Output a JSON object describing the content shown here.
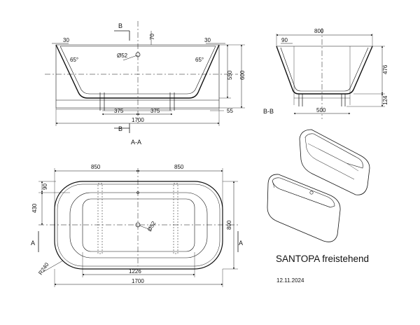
{
  "product_title": "SANTOPA freistehend",
  "date": "12.11.2024",
  "section_aa": {
    "label": "A-A",
    "cut_marker": "B",
    "dims": {
      "left_offset": "30",
      "right_offset": "30",
      "depth_rim": "70",
      "drain_dia": "Ø52",
      "left_angle": "65°",
      "right_angle": "65°",
      "inner_height": "550",
      "total_height": "600",
      "foot_left": "375",
      "foot_right": "375",
      "base_height": "55",
      "total_length": "1700"
    }
  },
  "section_bb": {
    "label": "B-B",
    "dims": {
      "width": "800",
      "left_offset": "90",
      "height": "476",
      "base_height": "124",
      "base_width": "500"
    }
  },
  "plan_view": {
    "cut_marker": "A",
    "dims": {
      "half_left": "850",
      "half_right": "850",
      "side_offset": "90",
      "center_to_edge": "430",
      "drain_dia": "Ø52",
      "width": "800",
      "radius": "R240",
      "inner_length": "1226",
      "total_length": "1700"
    }
  }
}
